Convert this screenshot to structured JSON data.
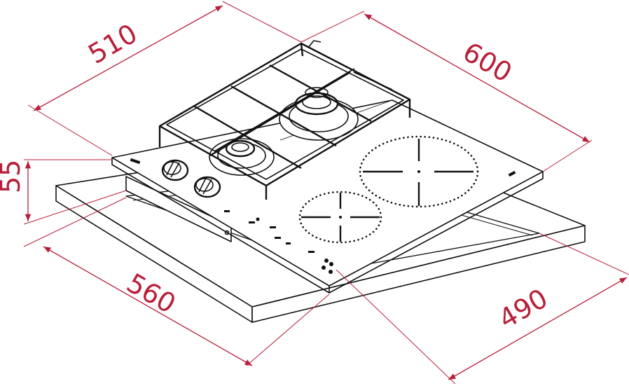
{
  "dimensions": {
    "width_top": "510",
    "depth_top": "600",
    "height": "55",
    "cutout_width": "560",
    "cutout_depth": "490"
  },
  "colors": {
    "dimension": "#b81f3a",
    "drawing": "#111111",
    "background": "#ffffff"
  }
}
